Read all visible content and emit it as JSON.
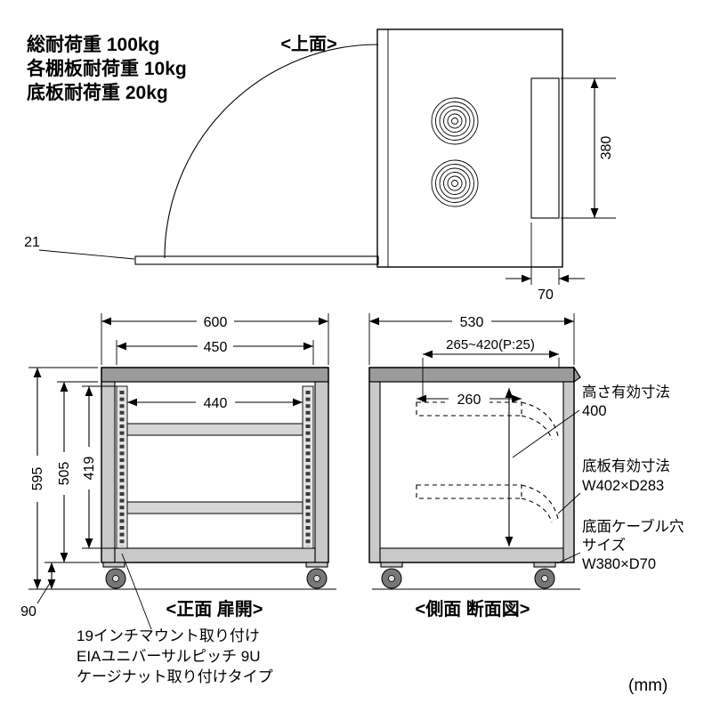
{
  "header": {
    "load_total": "総耐荷重 100kg",
    "load_shelf": "各棚板耐荷重 10kg",
    "load_bottom": "底板耐荷重 20kg"
  },
  "top_view": {
    "label": "<上面>",
    "dim_rear_hole_length": "380",
    "dim_rear_hole_width": "70",
    "dim_door_thickness": "21"
  },
  "front_view": {
    "label": "<正面 扉開>",
    "dim_width": "600",
    "dim_inner_width": "450",
    "dim_rail_span": "440",
    "dim_height": "595",
    "dim_inner_height": "505",
    "dim_rail_height": "419",
    "dim_caster_height": "90",
    "note_line1": "19インチマウント取り付け",
    "note_line2": "EIAユニバーサルピッチ 9U",
    "note_line3": "ケージナット取り付けタイプ"
  },
  "side_view": {
    "label": "<側面 断面図>",
    "dim_depth": "530",
    "dim_shelf_pitch_range": "265~420(P:25)",
    "dim_shelf_depth": "260",
    "ann_effective_height_label": "高さ有効寸法",
    "ann_effective_height_value": "400",
    "ann_bottom_plate_label": "底板有効寸法",
    "ann_bottom_plate_value": "W402×D283",
    "ann_cable_hole_label_1": "底面ケーブル穴",
    "ann_cable_hole_label_2": "サイズ",
    "ann_cable_hole_value": "W380×D70"
  },
  "unit_note": "(mm)",
  "colors": {
    "accent_cyan": "#00a3c4",
    "line": "#000000"
  }
}
